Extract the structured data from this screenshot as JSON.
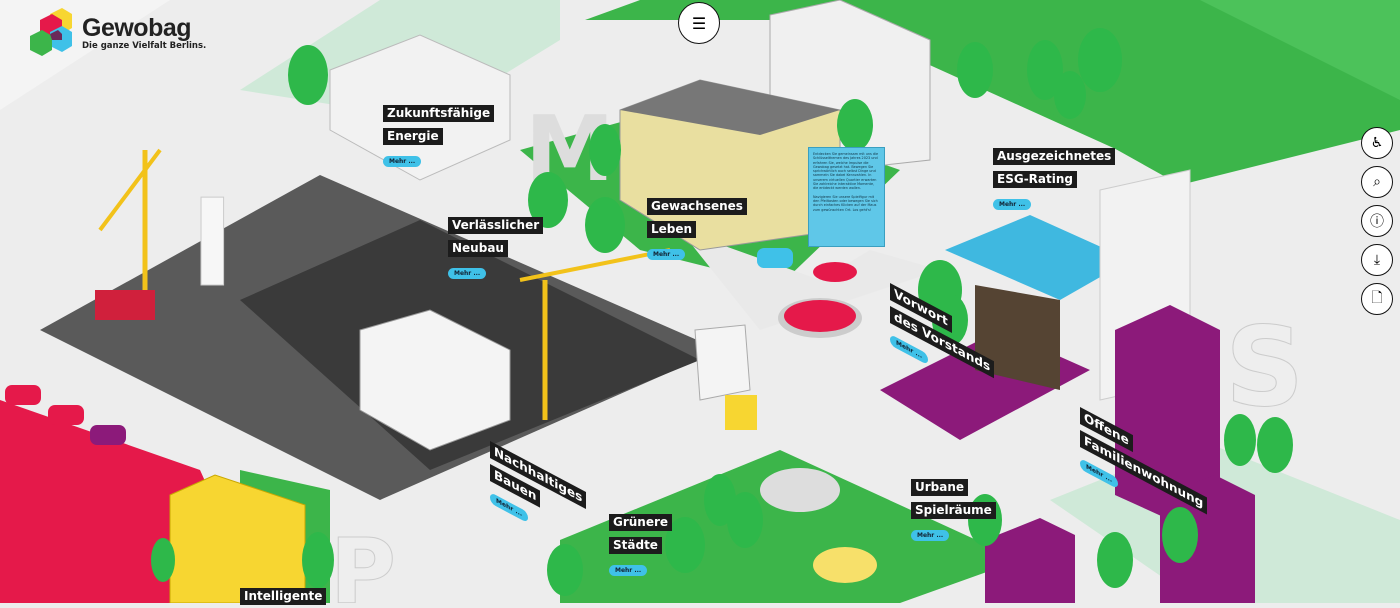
{
  "brand": {
    "name": "Gewobag",
    "tagline": "Die ganze Vielfalt Berlins."
  },
  "menu": {
    "icon": "☰"
  },
  "side_buttons": [
    {
      "name": "accessibility",
      "icon": "♿"
    },
    {
      "name": "search",
      "icon": "⌕"
    },
    {
      "name": "info",
      "icon": "ⓘ"
    },
    {
      "name": "download",
      "icon": "⤓"
    },
    {
      "name": "document",
      "icon": "🗋"
    }
  ],
  "hotspots": [
    {
      "lines": [
        "Zukunftsfähige",
        "Energie"
      ],
      "more": "Mehr ..."
    },
    {
      "lines": [
        "Verlässlicher",
        "Neubau"
      ],
      "more": "Mehr ..."
    },
    {
      "lines": [
        "Gewachsenes",
        "Leben"
      ],
      "more": "Mehr ..."
    },
    {
      "lines": [
        "Ausgezeichnetes",
        "ESG-Rating"
      ],
      "more": "Mehr ..."
    },
    {
      "lines": [
        "Vorwort",
        "des Vorstands"
      ],
      "more": "Mehr ..."
    },
    {
      "lines": [
        "Offene",
        "Familienwohnung"
      ],
      "more": "Mehr ..."
    },
    {
      "lines": [
        "Nachhaltiges",
        "Bauen"
      ],
      "more": "Mehr ..."
    },
    {
      "lines": [
        "Grünere",
        "Städte"
      ],
      "more": "Mehr ..."
    },
    {
      "lines": [
        "Urbane",
        "Spielräume"
      ],
      "more": "Mehr ..."
    },
    {
      "lines": [
        "Intelligente"
      ]
    }
  ],
  "sign": {
    "p1": "Entdecken Sie gemeinsam mit uns die Schlüsselthemen des Jahres 2023 und erfahren Sie, welche Impulse die Gewobag gesetzt hat. Bewegen Sie sprichwörtlich auch selbst Dinge und sammeln Sie dabei Kennzahlen. In unserem virtuellen Quartier erwarten Sie zahlreiche interaktive Momente, die entdeckt werden wollen.",
    "p2": "Navigieren Sie unsere Spielfigur mit den Pfeiltasten oder bewegen Sie sich durch einfaches Klicken auf der Maus zum gewünschten Ort. Los geht's!"
  },
  "colors": {
    "green": "#3cb54a",
    "lightgreen": "#cfe9d8",
    "red": "#e5194a",
    "purple": "#8c1a7a",
    "yellow": "#f7d631",
    "blue": "#3fc1e8"
  }
}
